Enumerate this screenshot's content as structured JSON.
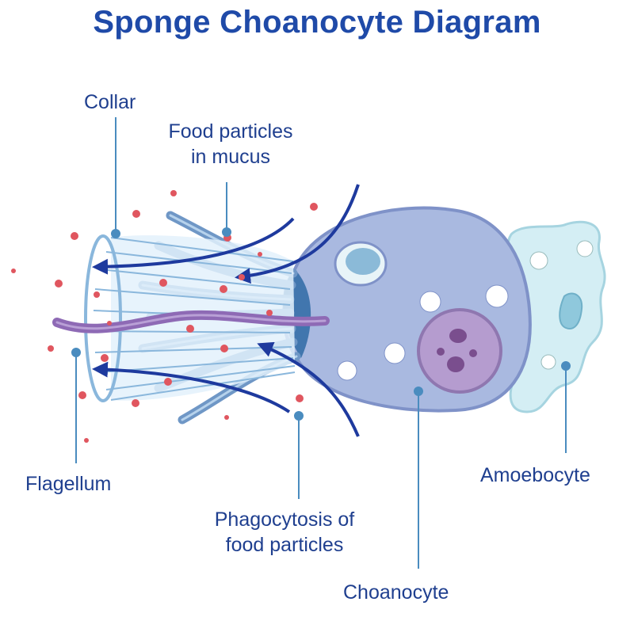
{
  "title": "Sponge Choanocyte Diagram",
  "labels": {
    "collar": "Collar",
    "food_line1": "Food particles",
    "food_line2": "in mucus",
    "flagellum": "Flagellum",
    "phago_line1": "Phagocytosis of",
    "phago_line2": "food particles",
    "choanocyte": "Choanocyte",
    "amoebocyte": "Amoebocyte"
  },
  "colors": {
    "title": "#1f4aa8",
    "label_text": "#1f3f8f",
    "leader_line": "#4a8cbf",
    "arrow": "#1e3a9e",
    "cell_body": "#a9b9e0",
    "nucleus": "#b59ccf",
    "flagellum": "#8e6ab5",
    "amoebocyte": "#d4eef4",
    "food_particle": "#e0565f"
  }
}
